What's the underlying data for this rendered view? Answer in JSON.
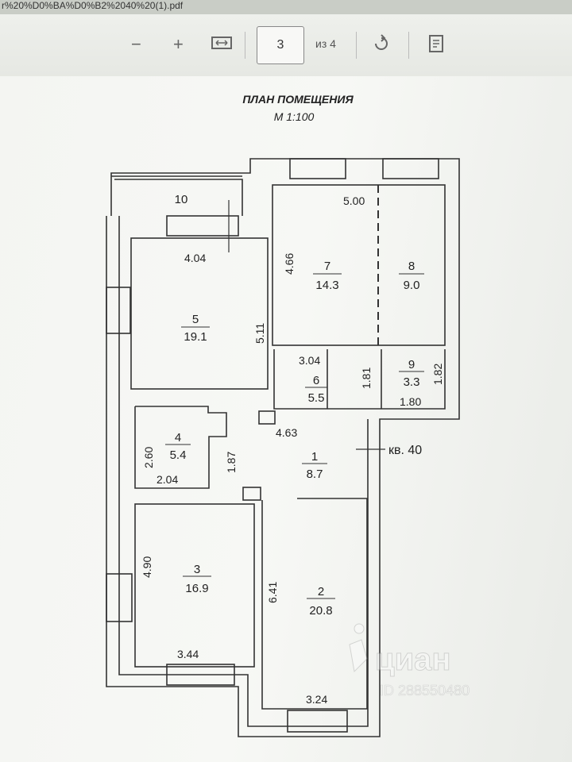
{
  "browser": {
    "url_fragment": "r%20%D0%BA%D0%B2%2040%20(1).pdf"
  },
  "toolbar": {
    "zoom_out": "−",
    "zoom_in": "+",
    "current_page": "3",
    "page_of": "из 4"
  },
  "plan": {
    "title": "ПЛАН ПОМЕЩЕНИЯ",
    "scale": "М 1:100",
    "apartment": "кв. 40",
    "rooms": [
      {
        "num": "1",
        "area": "8.7"
      },
      {
        "num": "2",
        "area": "20.8"
      },
      {
        "num": "3",
        "area": "16.9"
      },
      {
        "num": "4",
        "area": "5.4"
      },
      {
        "num": "5",
        "area": "19.1"
      },
      {
        "num": "6",
        "area": "5.5"
      },
      {
        "num": "7",
        "area": "14.3"
      },
      {
        "num": "8",
        "area": "9.0"
      },
      {
        "num": "9",
        "area": "3.3"
      },
      {
        "num": "10",
        "area": ""
      }
    ],
    "dims": {
      "d_504": "5.00",
      "d_404": "4.04",
      "d_466": "4.66",
      "d_511": "5.11",
      "d_304": "3.04",
      "d_181": "1.81",
      "d_182": "1.82",
      "d_180": "1.80",
      "d_260": "2.60",
      "d_204": "2.04",
      "d_187": "1.87",
      "d_463": "4.63",
      "d_490": "4.90",
      "d_641": "6.41",
      "d_344": "3.44",
      "d_324": "3.24"
    }
  },
  "watermark": {
    "brand": "циан",
    "id": "ID 288550480"
  }
}
